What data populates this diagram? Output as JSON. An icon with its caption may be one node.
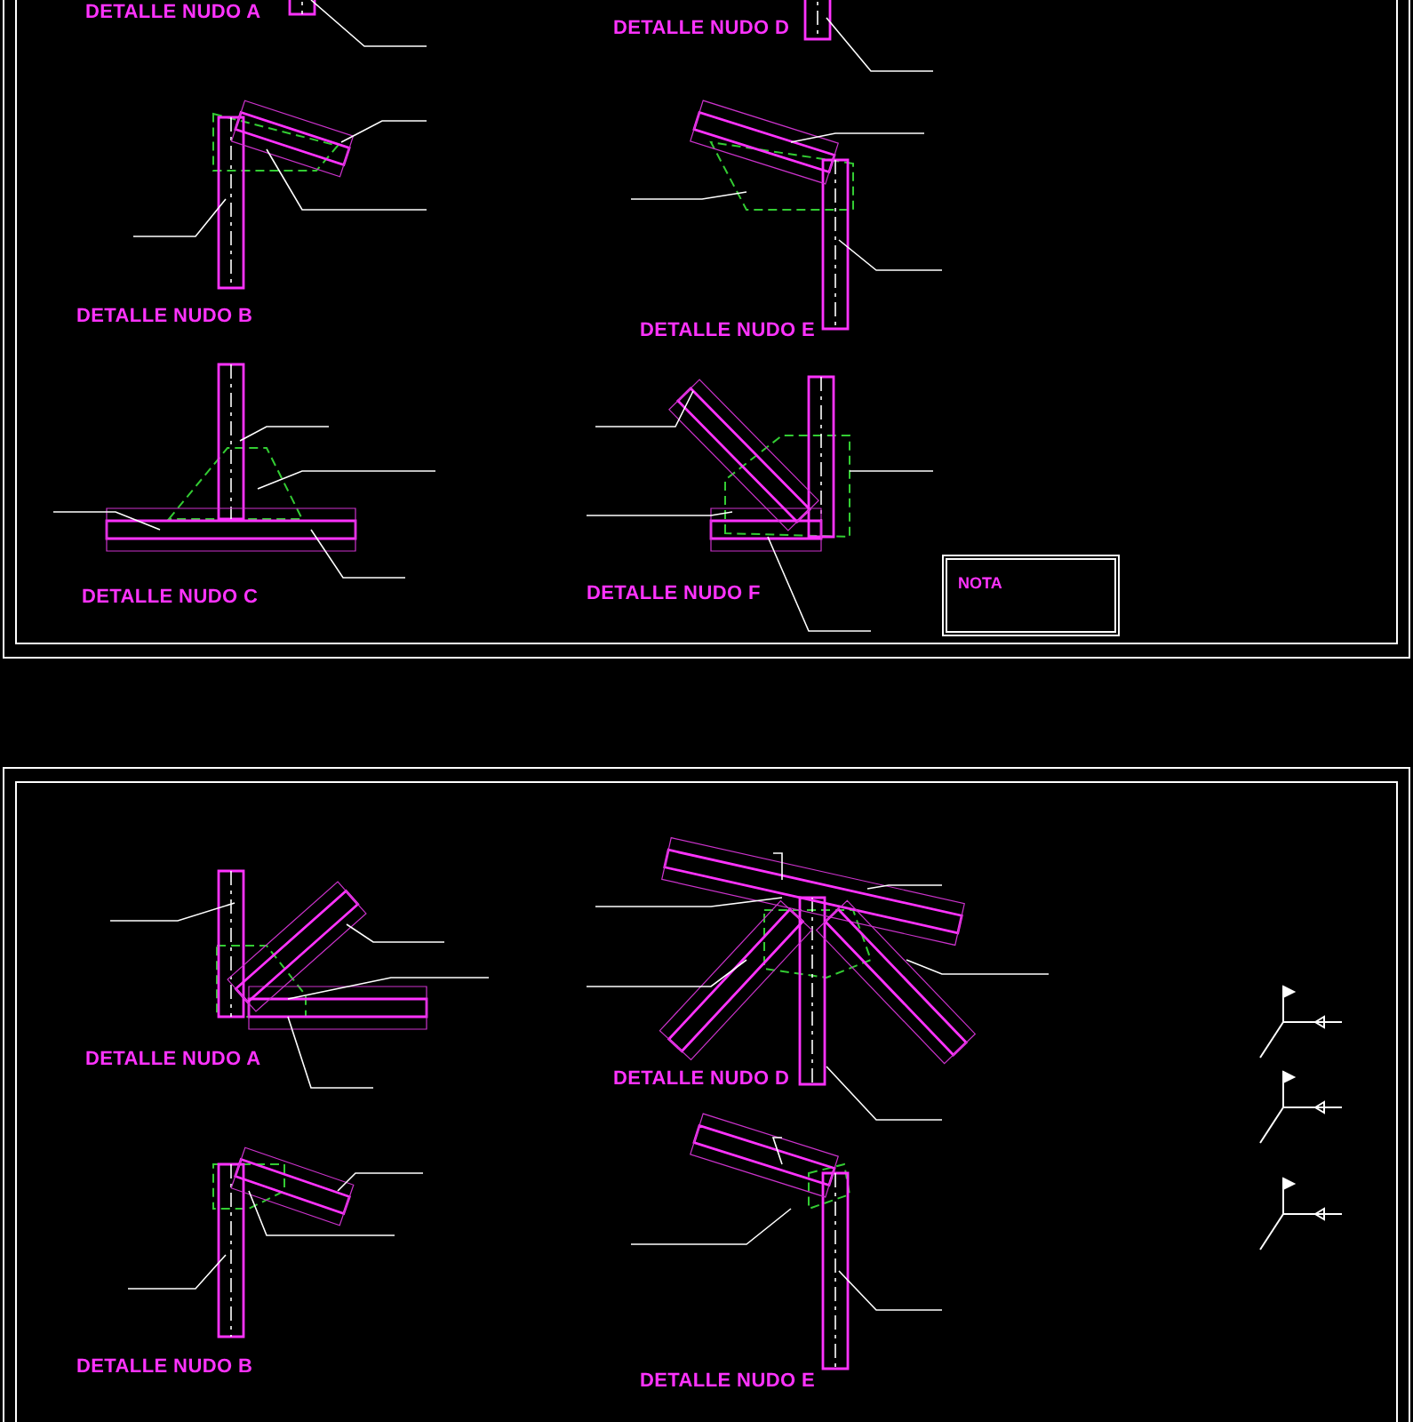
{
  "diagram": {
    "nodes": [
      {
        "text": [
          "NOTA"
        ]
      }
    ],
    "labels": [
      "DETALLE NUDO A",
      "DETALLE NUDO D",
      "DETALLE NUDO B",
      "DETALLE NUDO E",
      "DETALLE NUDO C",
      "DETALLE NUDO F",
      "DETALLE NUDO A",
      "DETALLE NUDO D",
      "DETALLE NUDO B",
      "DETALLE NUDO E"
    ]
  }
}
